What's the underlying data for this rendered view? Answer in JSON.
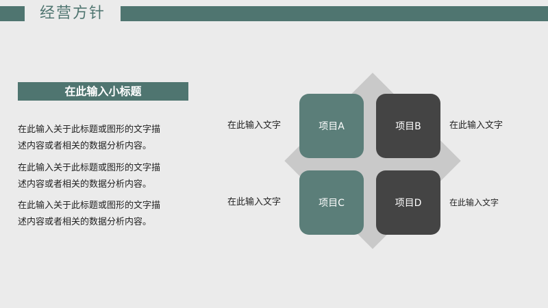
{
  "header": {
    "title": "经营方针"
  },
  "left": {
    "subtitle": "在此输入小标题",
    "paragraphs": [
      {
        "line1": "在此输入关于此标题或图形的文字描",
        "line2": "述内容或者相关的数据分析内容。"
      },
      {
        "line1": "在此输入关于此标题或图形的文字描",
        "line2": "述内容或者相关的数据分析内容。"
      },
      {
        "line1": "在此输入关于此标题或图形的文字描",
        "line2": "述内容或者相关的数据分析内容。"
      }
    ]
  },
  "diagram": {
    "items": [
      {
        "label": "项目A",
        "caption": "在此输入文字"
      },
      {
        "label": "项目B",
        "caption": "在此输入文字"
      },
      {
        "label": "项目C",
        "caption": "在此输入文字"
      },
      {
        "label": "项目D",
        "caption": "在此输入文字"
      }
    ]
  },
  "colors": {
    "accent": "#4f7570",
    "teal_box": "#5b7e79",
    "dark_box": "#444444",
    "diamond": "#c9c9c9",
    "background": "#ebebeb"
  }
}
